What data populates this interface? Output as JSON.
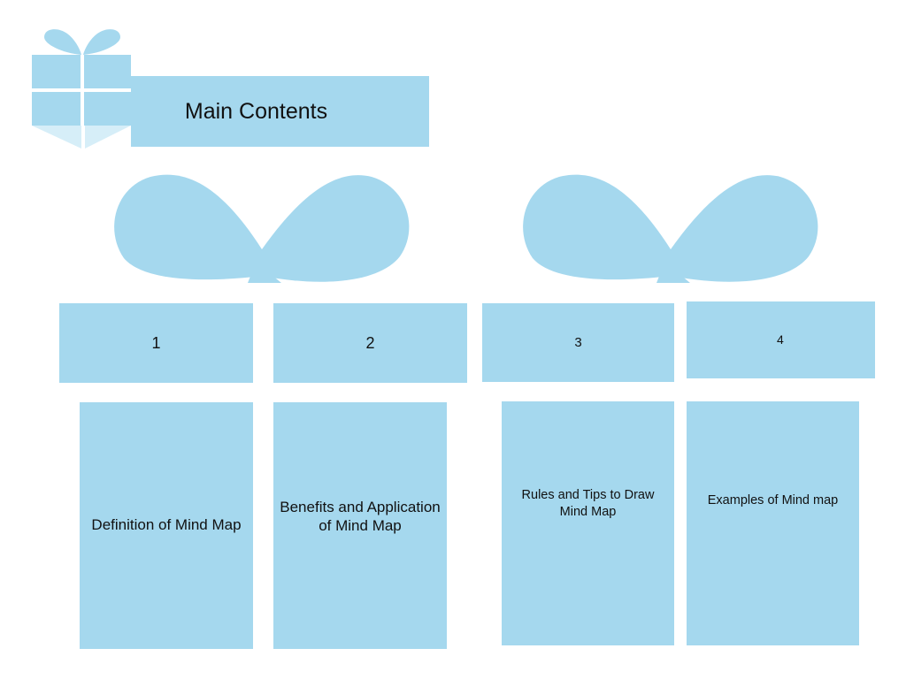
{
  "title": "Main Contents",
  "colors": {
    "fill": "#a5d8ee",
    "light": "#d6eef8",
    "white": "#ffffff"
  },
  "gifts": [
    {
      "number": "1",
      "text": "Definition of Mind Map"
    },
    {
      "number": "2",
      "text": "Benefits and Application of Mind Map"
    },
    {
      "number": "3",
      "text": "Rules and Tips to Draw Mind Map"
    },
    {
      "number": "4",
      "text": "Examples of Mind map"
    }
  ]
}
